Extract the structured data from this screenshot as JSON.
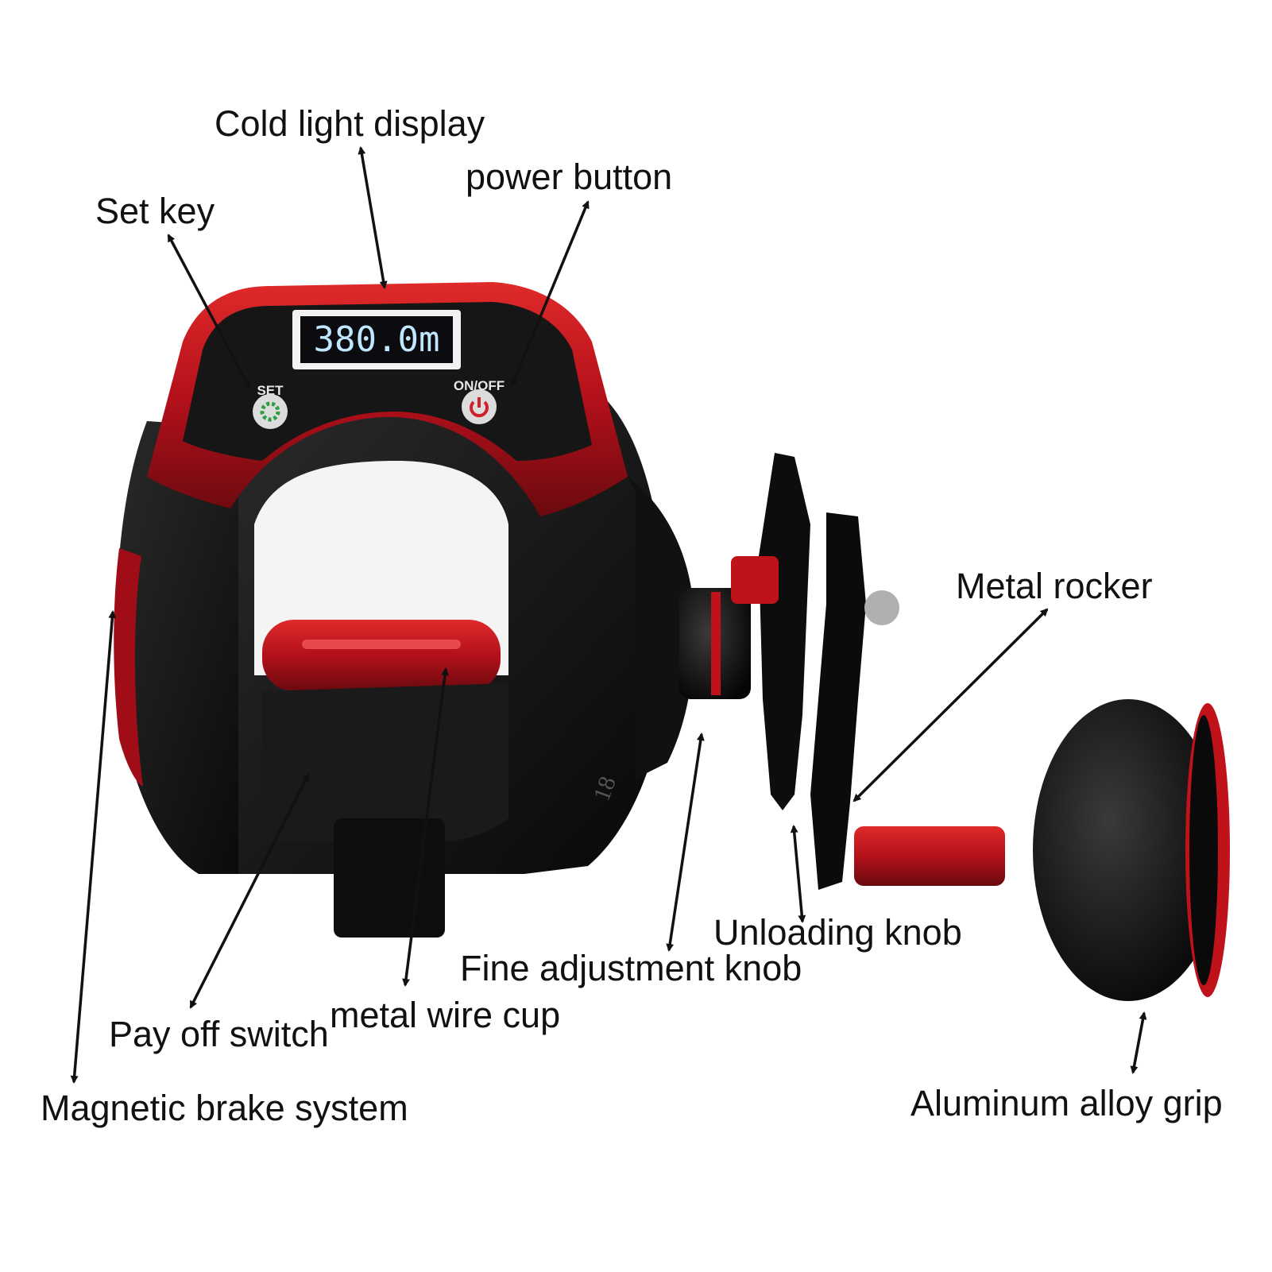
{
  "reel": {
    "display_value": "380.0m",
    "set_label": "SET",
    "power_label": "ON/OFF",
    "frame_marking": "18"
  },
  "labels": {
    "cold_light_display": "Cold light display",
    "power_button": "power button",
    "set_key": "Set key",
    "metal_rocker": "Metal rocker",
    "unloading_knob": "Unloading knob",
    "fine_adjustment_knob": "Fine adjustment knob",
    "metal_wire_cup": "metal wire cup",
    "pay_off_switch": "Pay off switch",
    "magnetic_brake_system": "Magnetic brake system",
    "aluminum_alloy_grip": "Aluminum alloy grip"
  },
  "colors": {
    "accent_red": "#c0121b",
    "body_black": "#141414",
    "display_text": "#bfe8ff",
    "set_button": "#2e9e44",
    "power_button": "#d0202a"
  }
}
